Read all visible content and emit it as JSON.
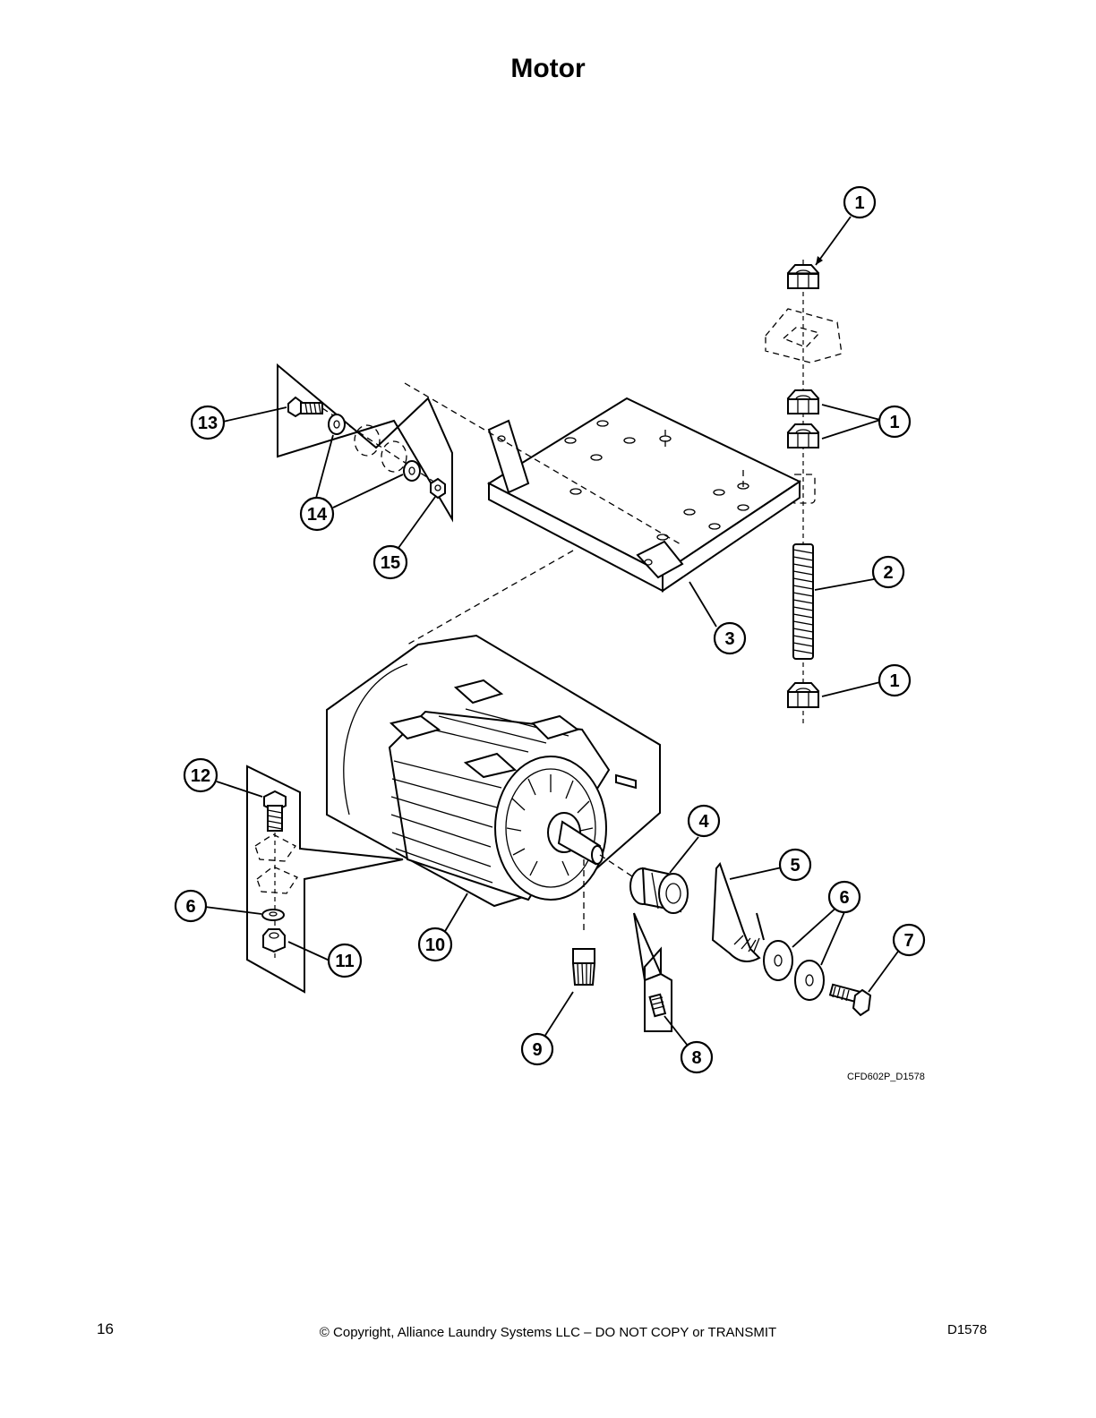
{
  "page": {
    "title": "Motor",
    "figure_id": "CFD602P_D1578",
    "page_number": "16",
    "copyright": "© Copyright, Alliance Laundry Systems LLC – DO NOT COPY or TRANSMIT",
    "doc_code": "D1578"
  },
  "callouts": [
    {
      "id": "c1a",
      "label": "1",
      "part": "hex-nut"
    },
    {
      "id": "c1b",
      "label": "1",
      "part": "hex-nut-pair"
    },
    {
      "id": "c1c",
      "label": "1",
      "part": "hex-nut-bottom"
    },
    {
      "id": "c2",
      "label": "2",
      "part": "threaded-rod"
    },
    {
      "id": "c3",
      "label": "3",
      "part": "motor-mounting-plate"
    },
    {
      "id": "c4",
      "label": "4",
      "part": "pulley"
    },
    {
      "id": "c5",
      "label": "5",
      "part": "belt"
    },
    {
      "id": "c6a",
      "label": "6",
      "part": "washers"
    },
    {
      "id": "c6b",
      "label": "6",
      "part": "washer"
    },
    {
      "id": "c7",
      "label": "7",
      "part": "bolt"
    },
    {
      "id": "c8",
      "label": "8",
      "part": "set-screw"
    },
    {
      "id": "c9",
      "label": "9",
      "part": "cord-grip"
    },
    {
      "id": "c10",
      "label": "10",
      "part": "motor"
    },
    {
      "id": "c11",
      "label": "11",
      "part": "lock-nut"
    },
    {
      "id": "c12",
      "label": "12",
      "part": "hex-bolt"
    },
    {
      "id": "c13",
      "label": "13",
      "part": "screw"
    },
    {
      "id": "c14",
      "label": "14",
      "part": "washers"
    },
    {
      "id": "c15",
      "label": "15",
      "part": "nut"
    }
  ]
}
